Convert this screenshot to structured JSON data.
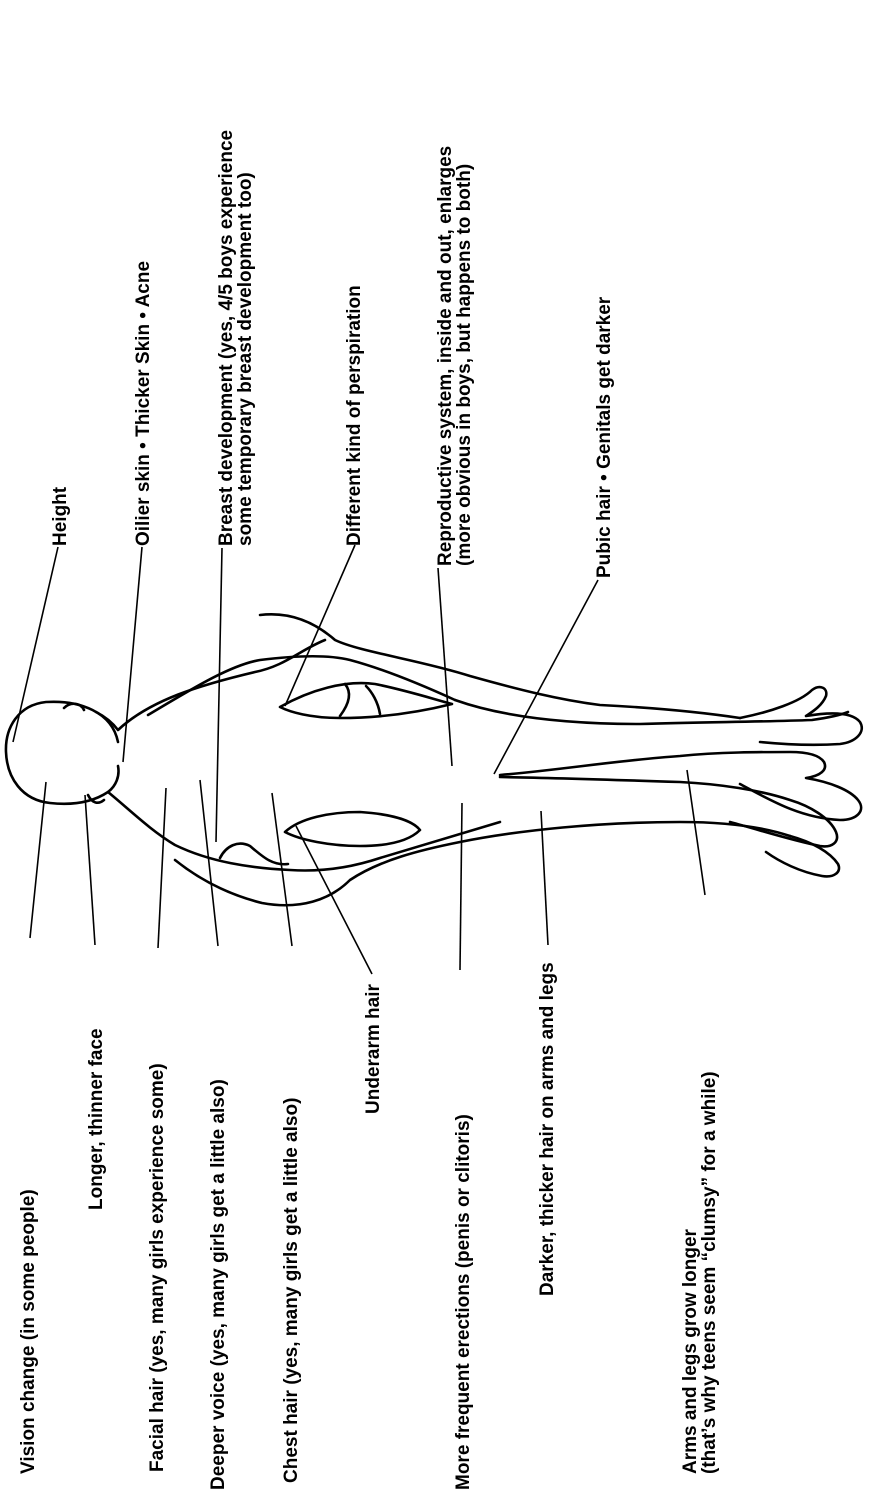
{
  "labels": {
    "height": "Height",
    "oilier_skin": "Oilier skin  •  Thicker Skin  •  Acne",
    "breast_1": "Breast development (yes, 4/5 boys experience",
    "breast_2": "some temporary breast development too)",
    "perspiration": "Different kind of perspiration",
    "reproductive_1": "Reproductive system, inside and out, enlarges",
    "reproductive_2": "(more obvious in boys, but happens to both)",
    "pubic": "Pubic hair  •  Genitals get darker",
    "vision": "Vision change (in some people)",
    "face": "Longer, thinner face",
    "facial_hair": "Facial hair (yes, many girls experience some)",
    "voice": "Deeper voice (yes, many girls get a little also)",
    "chest_hair": "Chest hair (yes, many girls get a little also)",
    "underarm": "Underarm hair",
    "erections": "More frequent erections (penis or clitoris)",
    "limb_hair": "Darker, thicker hair on arms and legs",
    "limbs_1": "Arms and legs grow longer",
    "limbs_2": "(that’s why teens seem “clumsy” for a while)"
  }
}
